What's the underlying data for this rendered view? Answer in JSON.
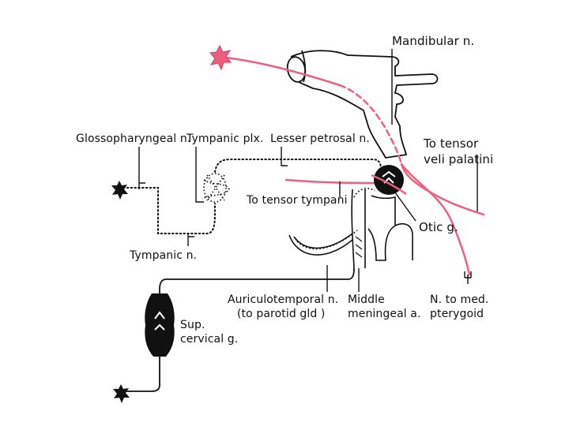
{
  "colors": {
    "sympathetic": "#111111",
    "parasympathetic": "#111111",
    "motor_pink": "#ee5f7f",
    "ganglion": "#111111",
    "background": "#ffffff"
  },
  "labels": {
    "mandibular": "Mandibular n.",
    "glossopharyngeal": "Glossopharyngeal n.",
    "tympanic_plexus": "Tympanic plx.",
    "lesser_petrosal": "Lesser petrosal n.",
    "tensor_veli_1": "To tensor",
    "tensor_veli_2": "veli palatini",
    "tensor_tympani": "To tensor tympani",
    "otic_g": "Otic g.",
    "tympanic_n": "Tympanic n.",
    "auriculotemporal_1": "Auriculotemporal n.",
    "auriculotemporal_2": "(to parotid gld )",
    "middle_meningeal_1": "Middle",
    "middle_meningeal_2": "meningeal a.",
    "med_pterygoid_1": "N. to med.",
    "med_pterygoid_2": "pterygoid",
    "sup_cervical_1": "Sup.",
    "sup_cervical_2": "cervical g."
  },
  "icons": {
    "motor_origin": "pink-star-icon",
    "glossopharyngeal_origin": "dark-star-icon",
    "sympathetic_origin": "dark-star-icon"
  }
}
